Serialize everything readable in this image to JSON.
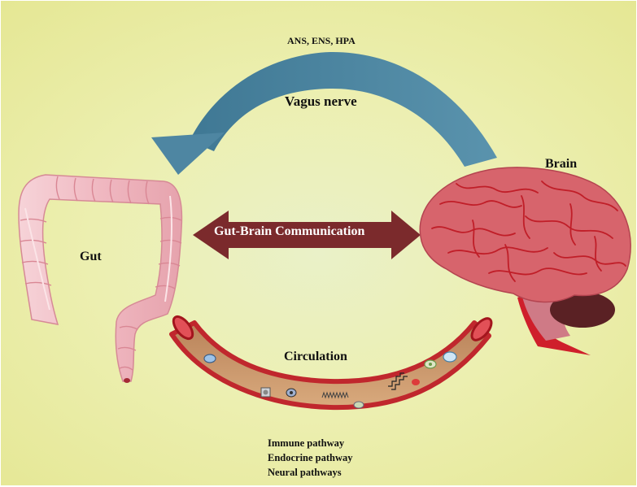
{
  "labels": {
    "top_systems": "ANS, ENS, HPA",
    "vagus": "Vagus nerve",
    "brain": "Brain",
    "gut": "Gut",
    "communication": "Gut-Brain Communication",
    "circulation": "Circulation"
  },
  "pathways": [
    "Immune pathway",
    "Endocrine pathway",
    "Neural pathways"
  ],
  "colors": {
    "vagus_arrow": "#4e86a2",
    "communication_arrow": "#7b2a2c",
    "brain": "#d7646c",
    "brain_vessels": "#c01e28",
    "cerebellum": "#5a2124",
    "gut": "#f0bcc3",
    "vessel_wall": "#c0272d",
    "vessel_lumen": "#c89366"
  }
}
